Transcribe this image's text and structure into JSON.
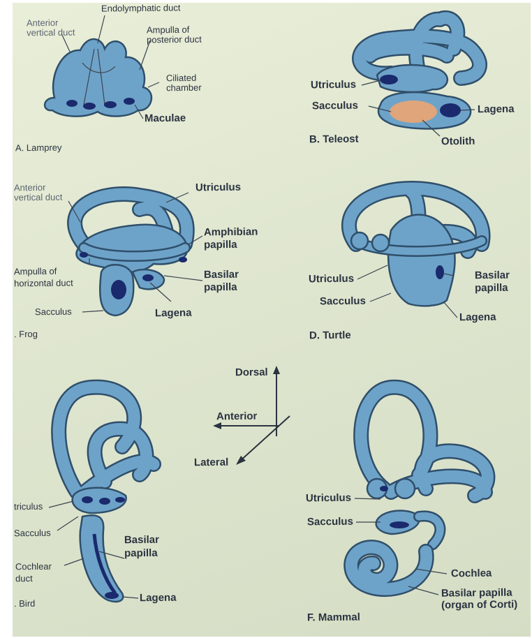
{
  "panels": {
    "lamprey": {
      "caption": "A. Lamprey",
      "labels": {
        "anterior_vertical_duct": [
          "Anterior",
          "vertical duct"
        ],
        "endolymphatic_duct": "Endolymphatic duct",
        "ampulla_posterior_duct": [
          "Ampulla of",
          "posterior duct"
        ],
        "ciliated_chamber": [
          "Ciliated",
          "chamber"
        ],
        "maculae": "Maculae"
      }
    },
    "teleost": {
      "caption": "B. Teleost",
      "labels": {
        "utriculus": "Utriculus",
        "sacculus": "Sacculus",
        "lagena": "Lagena",
        "otolith": "Otolith"
      }
    },
    "frog": {
      "caption": ". Frog",
      "labels": {
        "anterior_vertical_duct": [
          "Anterior",
          "vertical duct"
        ],
        "utriculus": "Utriculus",
        "amphibian_papilla": [
          "Amphibian",
          "papilla"
        ],
        "ampulla_horizontal_duct": [
          "Ampulla of",
          "horizontal duct"
        ],
        "basilar_papilla": [
          "Basilar",
          "papilla"
        ],
        "sacculus": "Sacculus",
        "lagena": "Lagena"
      }
    },
    "turtle": {
      "caption": "D. Turtle",
      "labels": {
        "utriculus": "Utriculus",
        "basilar_papilla": [
          "Basilar",
          "papilla"
        ],
        "sacculus": "Sacculus",
        "lagena": "Lagena"
      }
    },
    "orientation": {
      "dorsal": "Dorsal",
      "anterior": "Anterior",
      "lateral": "Lateral"
    },
    "bird": {
      "caption": ". Bird",
      "labels": {
        "utriculus": "triculus",
        "sacculus": "Sacculus",
        "basilar_papilla": [
          "Basilar",
          "papilla"
        ],
        "cochlear_duct": [
          "Cochlear",
          "duct"
        ],
        "lagena": "Lagena"
      }
    },
    "mammal": {
      "caption": "F. Mammal",
      "labels": {
        "utriculus": "Utriculus",
        "sacculus": "Sacculus",
        "cochlea": "Cochlea",
        "basilar_papilla": [
          "Basilar papilla",
          "(organ of Corti)"
        ]
      }
    }
  },
  "colors": {
    "background": "#dfe6cf",
    "labyrinth_fill": "#6ea3c9",
    "labyrinth_outline": "#2f4f6b",
    "sensory_patch": "#1a2a6c",
    "otolith": "#e0a57a",
    "label_text": "#2b3340"
  }
}
